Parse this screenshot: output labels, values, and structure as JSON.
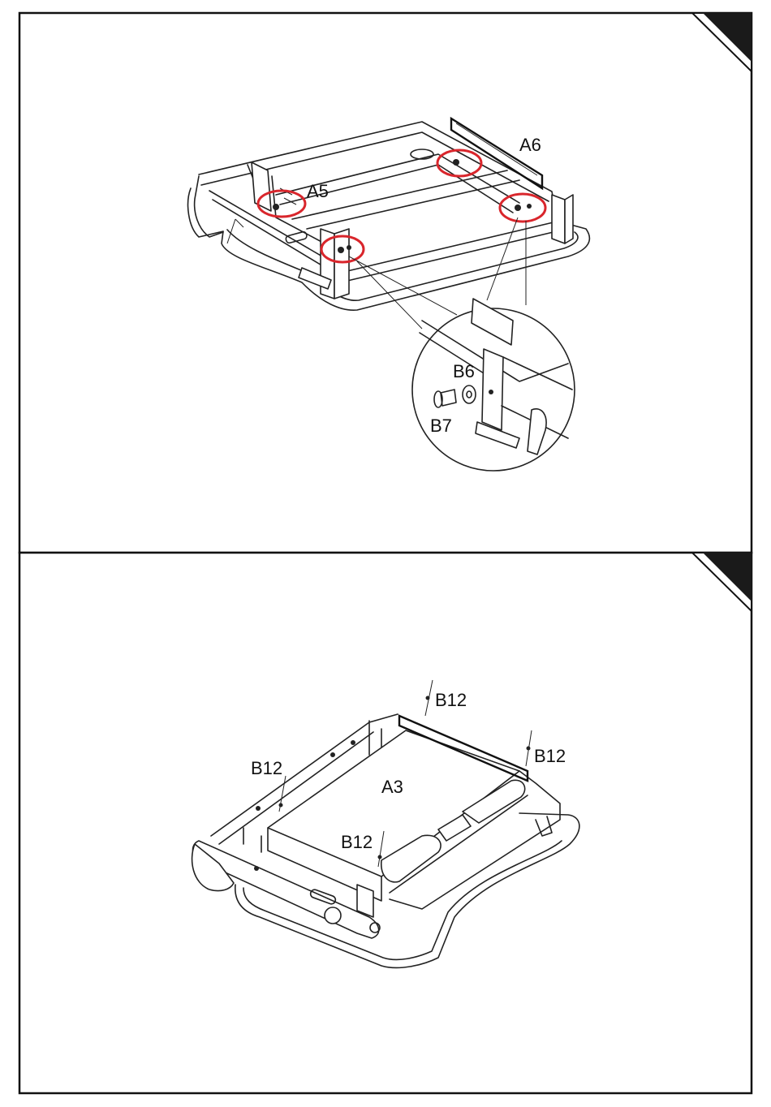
{
  "labels": {
    "a6": "A6",
    "a5": "A5",
    "b6": "B6",
    "b7": "B7",
    "b12_top": "B12",
    "b12_right": "B12",
    "b12_left": "B12",
    "b12_mid": "B12",
    "a3": "A3"
  },
  "colors": {
    "highlight_circle": "#d9262c",
    "corner_tab": "#1a1a1a",
    "line_art": "#222222"
  }
}
